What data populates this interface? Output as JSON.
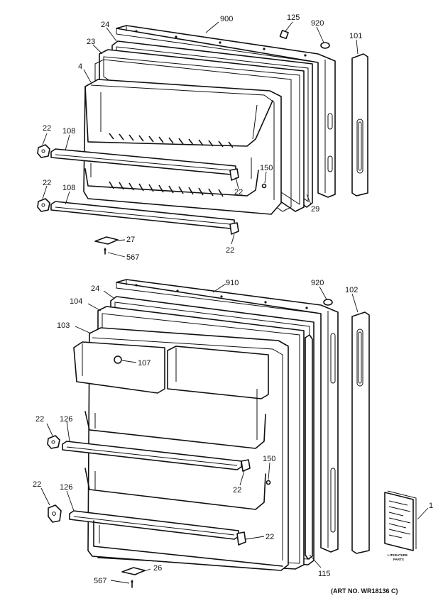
{
  "callouts": {
    "top_900": "900",
    "top_125": "125",
    "top_920": "920",
    "top_101": "101",
    "top_24": "24",
    "top_23": "23",
    "top_4": "4",
    "top_22a": "22",
    "top_108a": "108",
    "top_22b": "22",
    "top_108b": "108",
    "top_150": "150",
    "top_22c": "22",
    "top_29": "29",
    "top_27": "27",
    "top_567": "567",
    "top_22d": "22",
    "bot_910": "910",
    "bot_920": "920",
    "bot_102": "102",
    "bot_24": "24",
    "bot_104": "104",
    "bot_103": "103",
    "bot_107": "107",
    "bot_22a": "22",
    "bot_126a": "126",
    "bot_150": "150",
    "bot_22b": "22",
    "bot_22c": "22",
    "bot_126b": "126",
    "bot_22d": "22",
    "bot_1": "1",
    "bot_115": "115",
    "bot_26": "26",
    "bot_567": "567"
  },
  "literature": {
    "line1": "LITERATURE",
    "line2": "PARTS"
  },
  "art_number": "(ART NO. WR18136 C)"
}
